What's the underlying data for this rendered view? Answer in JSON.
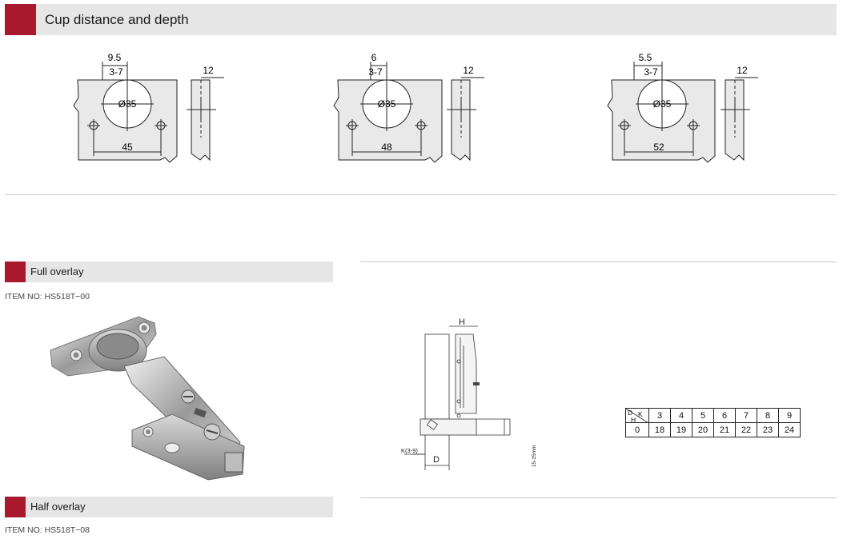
{
  "sections": {
    "cup": {
      "title": "Cup distance and depth"
    },
    "full": {
      "title": "Full overlay",
      "item_no": "ITEM NO: HS518T−00"
    },
    "half": {
      "title": "Half overlay",
      "item_no": "ITEM NO: HS518T−08"
    }
  },
  "cup_drawings": [
    {
      "offset": "9.5",
      "range": "3-7",
      "diameter": "Ø35",
      "center_distance": "45",
      "depth": "12"
    },
    {
      "offset": "6",
      "range": "3-7",
      "diameter": "Ø35",
      "center_distance": "48",
      "depth": "12"
    },
    {
      "offset": "5.5",
      "range": "3-7",
      "diameter": "Ø35",
      "center_distance": "52",
      "depth": "12"
    }
  ],
  "side_diagram": {
    "h_label": "H",
    "d_label": "D",
    "k_label": "K(3-9)",
    "range_label": "15-25mm"
  },
  "kd_table": {
    "corner_top": "D",
    "corner_k": "K",
    "corner_h": "H",
    "k_values": [
      "3",
      "4",
      "5",
      "6",
      "7",
      "8",
      "9"
    ],
    "h_value": "0",
    "d_values": [
      "18",
      "19",
      "20",
      "21",
      "22",
      "23",
      "24"
    ]
  },
  "colors": {
    "accent": "#a8192e",
    "header_bg": "#e6e6e6",
    "drawing_fill": "#e9e9e9"
  }
}
